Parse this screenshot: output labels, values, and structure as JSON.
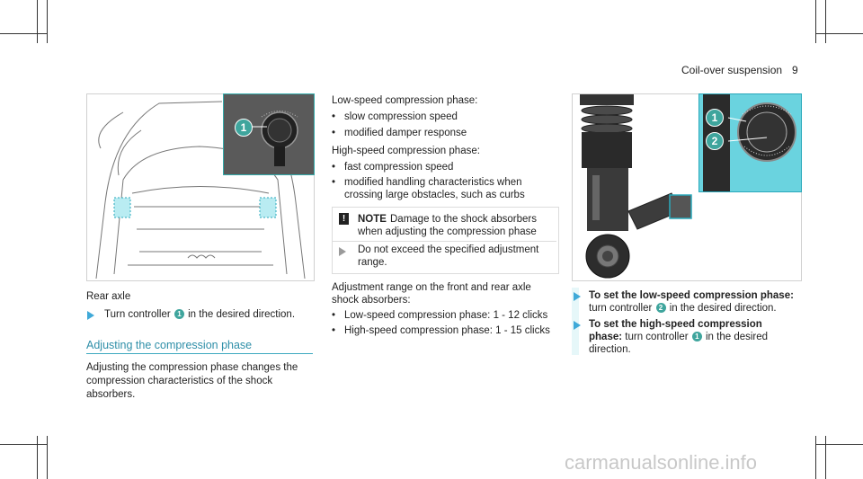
{
  "header": {
    "title": "Coil-over suspension",
    "page_number": "9"
  },
  "figure_left": {
    "caption": "Rear axle",
    "callout_1": "1",
    "instruction_before": "Turn controller",
    "instruction_num": "1",
    "instruction_after": "in the desired direction."
  },
  "section": {
    "heading": "Adjusting the compression phase",
    "intro_lines": [
      "Adjusting the compression phase changes the",
      "compression characteristics of the shock",
      "absorbers."
    ]
  },
  "middle": {
    "low_speed_label": "Low-speed compression phase:",
    "low_speed_bullets": [
      "slow compression speed",
      "modified damper response"
    ],
    "high_speed_label": "High-speed compression phase:",
    "high_speed_bullets": [
      "fast compression speed",
      "modified handling characteristics when"
    ],
    "high_speed_bullet_cont": "crossing large obstacles, such as curbs",
    "note": {
      "icon": "!",
      "label": "NOTE",
      "line1": "Damage to the shock absorbers",
      "line2": "when adjusting the compression phase",
      "step_line1": "Do not exceed the specified adjustment",
      "step_line2": "range."
    },
    "adjustment_lines": [
      "Adjustment range on the front and rear axle",
      "shock absorbers:"
    ],
    "adjustment_bullets": [
      "Low-speed compression phase: 1 - 12 clicks",
      "High-speed compression phase: 1 - 15 clicks"
    ]
  },
  "figure_right": {
    "callout_1": "1",
    "callout_2": "2",
    "step1_bold": "To set the low-speed compression phase:",
    "step1_before": "turn controller",
    "step1_num": "2",
    "step1_after": "in the desired direction.",
    "step2_bold_line1": "To set the high-speed compression",
    "step2_bold_line2": "phase:",
    "step2_before": "turn controller",
    "step2_num": "1",
    "step2_after": "in the desired",
    "step2_line3": "direction."
  },
  "watermark": "carmanualsonline.info",
  "colors": {
    "accent": "#3fa9d8",
    "callout": "#3fa59d",
    "cyan": "#6ad3df"
  }
}
